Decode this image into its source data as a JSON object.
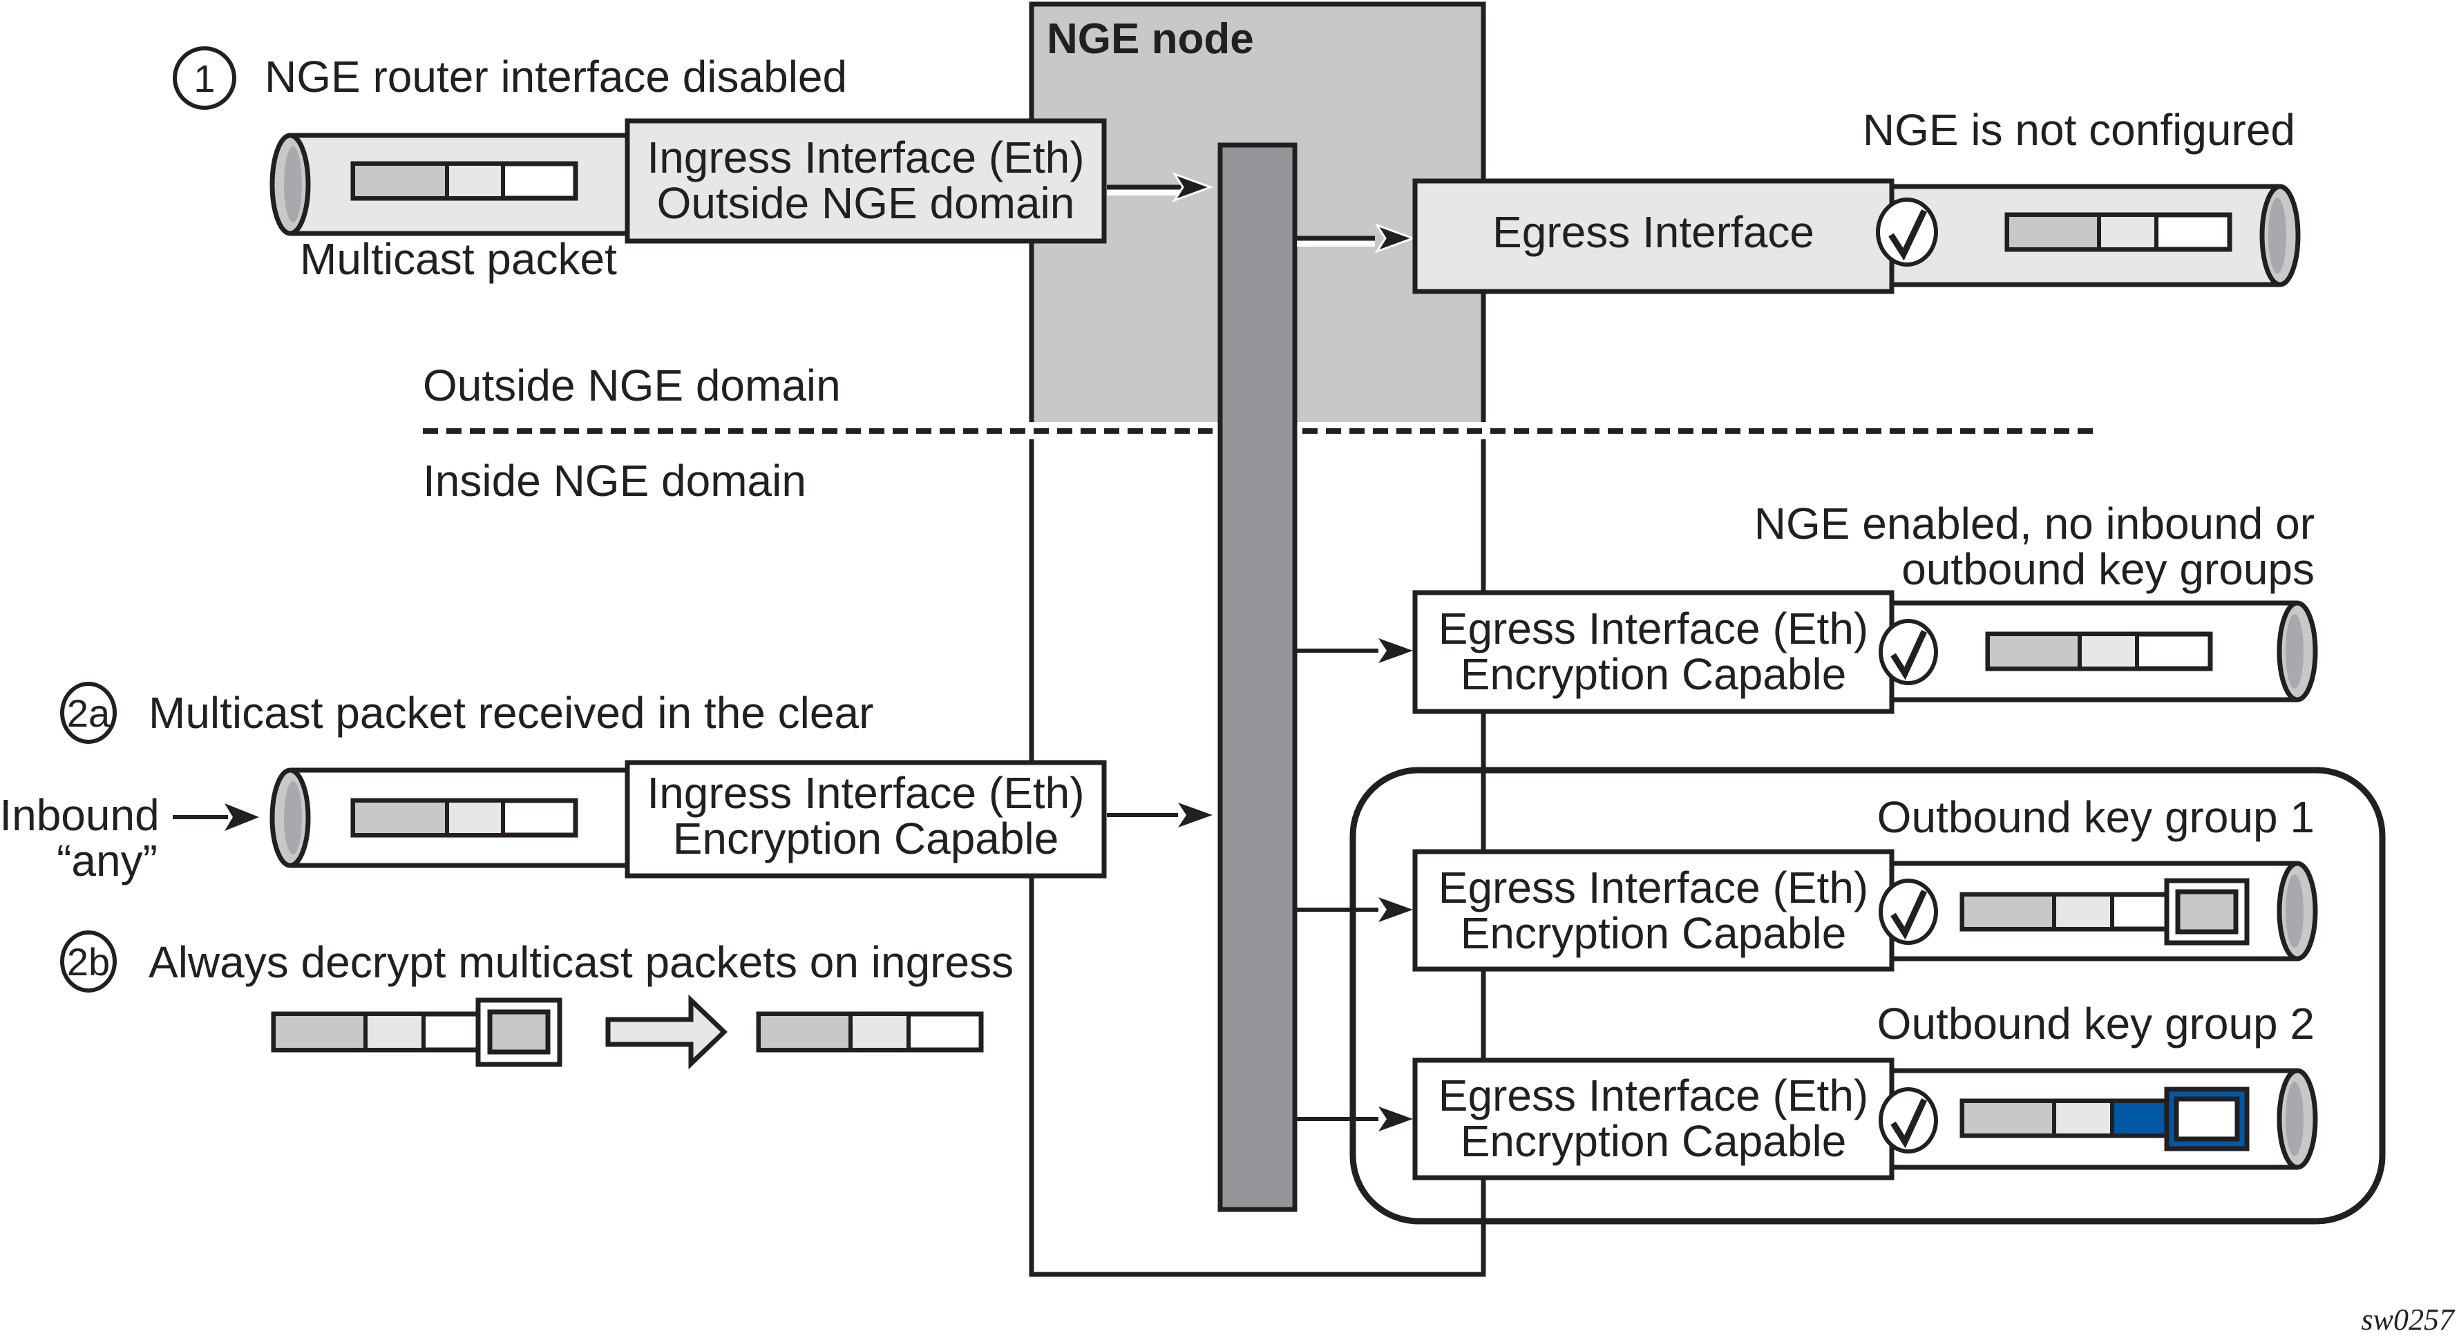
{
  "node": {
    "title": "NGE node"
  },
  "domains": {
    "outside_label": "Outside NGE domain",
    "inside_label": "Inside NGE domain"
  },
  "scenario1": {
    "number": "1",
    "caption": "NGE router interface disabled",
    "packet_label": "Multicast packet",
    "ingress_line1": "Ingress Interface (Eth)",
    "ingress_line2": "Outside NGE domain"
  },
  "egress_not_configured": {
    "caption": "NGE is not configured",
    "box_label": "Egress Interface"
  },
  "egress_enabled": {
    "caption_line1": "NGE enabled, no inbound or",
    "caption_line2": "outbound key groups",
    "box_line1": "Egress Interface (Eth)",
    "box_line2": "Encryption Capable"
  },
  "scenario2a": {
    "number": "2a",
    "caption": "Multicast packet received in the clear",
    "inbound_line1": "Inbound",
    "inbound_line2": "“any”",
    "ingress_line1": "Ingress Interface (Eth)",
    "ingress_line2": "Encryption Capable"
  },
  "scenario2b": {
    "number": "2b",
    "caption": "Always decrypt multicast packets on ingress"
  },
  "key_group_1": {
    "caption": "Outbound key group 1",
    "box_line1": "Egress Interface (Eth)",
    "box_line2": "Encryption Capable"
  },
  "key_group_2": {
    "caption": "Outbound key group 2",
    "box_line1": "Egress Interface (Eth)",
    "box_line2": "Encryption Capable"
  },
  "figure_id": "sw0257",
  "colors": {
    "node_fill": "#c7c8ca",
    "bar_fill": "#939598",
    "box_fill_outside": "#e6e7e8",
    "packet_dark": "#c7c8ca",
    "packet_light": "#e6e7e8",
    "encrypted_blue": "#0057a4",
    "stroke": "#231f20"
  },
  "icons": {
    "check": "check-circle-icon",
    "pipe": "pipe-icon",
    "packet": "packet-icon"
  }
}
